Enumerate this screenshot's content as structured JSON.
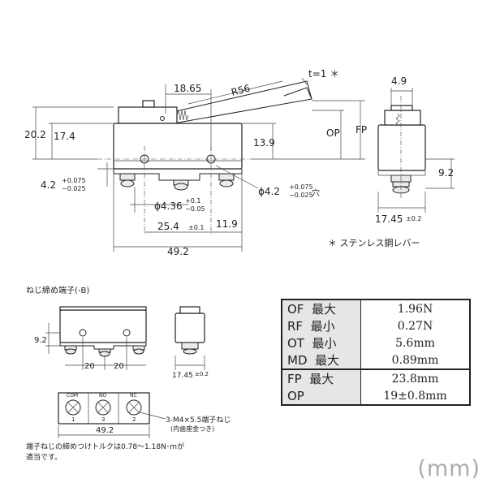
{
  "top_view": {
    "t_label": "t=1 ＊",
    "dim_18_65": "18.65",
    "r56": "R56",
    "dim_20_2": "20.2",
    "dim_17_4": "17.4",
    "dim_13_9": "13.9",
    "op": "OP",
    "fp": "FP",
    "dim_4_2": "4.2",
    "tol_4_2_up": "+0.075",
    "tol_4_2_dn": "−0.025",
    "dim_phi_4_36": "ϕ4.36",
    "tol_4_36_up": "+0.1",
    "tol_4_36_dn": "−0.05",
    "dim_25_4": "25.4",
    "tol_25_4": "±0.1",
    "dim_11_9": "11.9",
    "dim_49_2": "49.2",
    "dim_phi_4_2": "ϕ4.2",
    "tol_phi_up": "+0.075",
    "tol_phi_dn": "−0.025",
    "hole_suffix": "穴"
  },
  "side_view": {
    "dim_4_9": "4.9",
    "dim_9_2": "9.2",
    "dim_17_45": "17.45",
    "tol_17_45": "±0.2"
  },
  "note": "＊ ステンレス鋼レバー",
  "screw_section": {
    "title": "ねじ締め端子(-B)",
    "dim_9_2": "9.2",
    "dim_20a": "20",
    "dim_20b": "20",
    "dim_17_45": "17.45",
    "tol_17_45": "±0.2",
    "dim_49_2": "49.2",
    "terminals": [
      {
        "name": "COM",
        "number": "1"
      },
      {
        "name": "NO",
        "number": "3"
      },
      {
        "name": "NC",
        "number": "2"
      }
    ],
    "screw_note_1": "3-M4×5.5端子ねじ",
    "screw_note_2": "(内歯座金つき)",
    "torque_1": "端子ねじの締めつけトルクは0.78～1.18N･mが",
    "torque_2": "適当です。"
  },
  "spec_table": {
    "rows": [
      {
        "label": "OF",
        "qual": "最大",
        "value": "1.96N"
      },
      {
        "label": "RF",
        "qual": "最小",
        "value": "0.27N"
      },
      {
        "label": "OT",
        "qual": "最小",
        "value": "5.6mm"
      },
      {
        "label": "MD",
        "qual": "最大",
        "value": "0.89mm"
      },
      {
        "label": "FP",
        "qual": "最大",
        "value": "23.8mm"
      },
      {
        "label": "OP",
        "qual": "",
        "value": "19±0.8mm"
      }
    ]
  },
  "unit_label": "(mm)"
}
